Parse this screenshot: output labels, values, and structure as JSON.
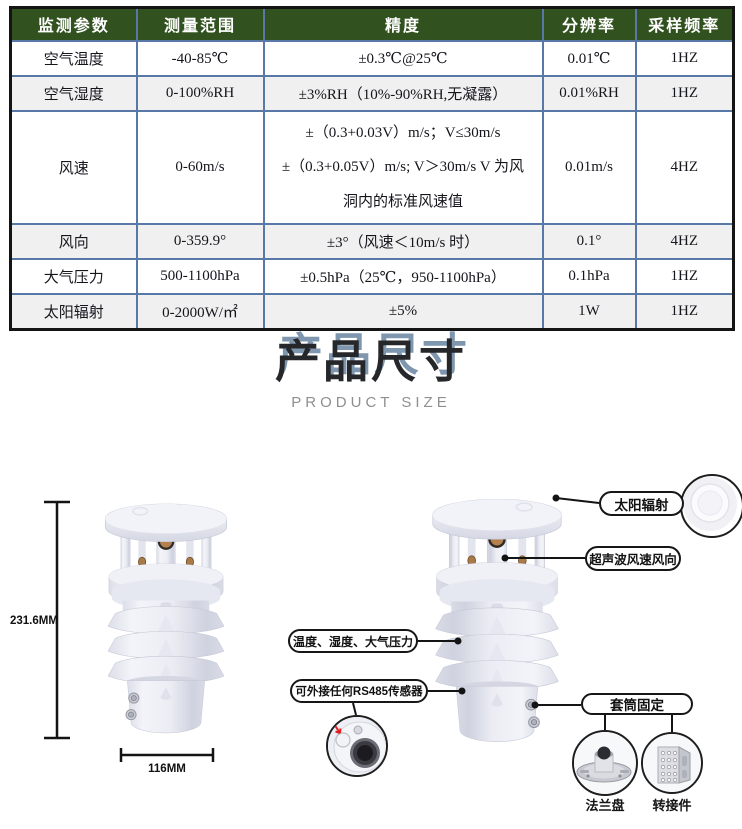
{
  "table": {
    "headers": [
      "监测参数",
      "测量范围",
      "精度",
      "分辨率",
      "采样频率"
    ],
    "rows": [
      [
        "空气温度",
        "-40-85℃",
        "±0.3℃@25℃",
        "0.01℃",
        "1HZ"
      ],
      [
        "空气湿度",
        "0-100%RH",
        "±3%RH（10%-90%RH,无凝露）",
        "0.01%RH",
        "1HZ"
      ],
      [
        "风速",
        "0-60m/s",
        "±（0.3+0.03V）m/s；V≤30m/s\n±（0.3+0.05V）m/s; V＞30m/s V 为风\n洞内的标准风速值",
        "0.01m/s",
        "4HZ"
      ],
      [
        "风向",
        "0-359.9°",
        "±3°（风速＜10m/s 时）",
        "0.1°",
        "4HZ"
      ],
      [
        "大气压力",
        "500-1100hPa",
        "±0.5hPa（25℃，950-1100hPa）",
        "0.1hPa",
        "1HZ"
      ],
      [
        "太阳辐射",
        "0-2000W/㎡",
        "±5%",
        "1W",
        "1HZ"
      ]
    ]
  },
  "section": {
    "title_zh": "产品尺寸",
    "title_en": "PRODUCT SIZE"
  },
  "dimensions": {
    "height": "231.6MM",
    "width": "116MM"
  },
  "callouts": {
    "solar": "太阳辐射",
    "wind": "超声波风速风向",
    "temp_humi_press": "温度、湿度、大气压力",
    "rs485": "可外接任何RS485传感器",
    "sleeve": "套筒固定",
    "flange": "法兰盘",
    "adapter": "转接件"
  },
  "colors": {
    "header_green": "#31521F",
    "table_border_blue": "#5878A8",
    "title_accent_blue": "#7E96AE",
    "callout_line_black": "#141414",
    "arrow_red": "#E02020"
  }
}
